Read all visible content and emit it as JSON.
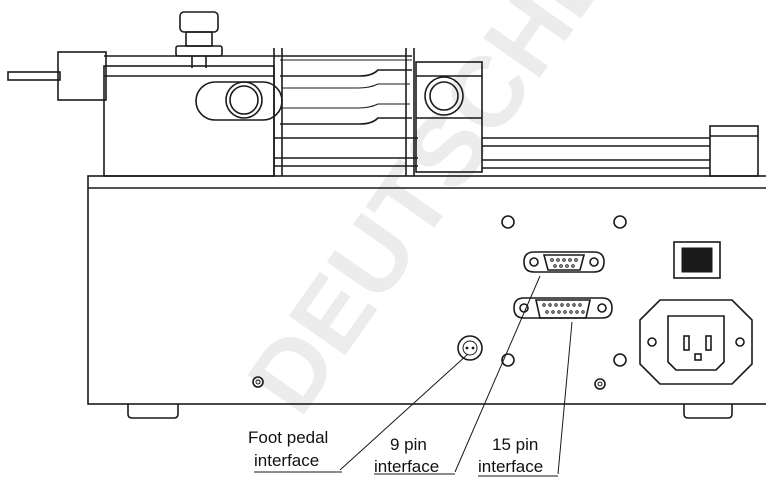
{
  "watermark": "DEUTSCHER",
  "labels": {
    "foot_pedal_line1": "Foot pedal",
    "foot_pedal_line2": "interface",
    "nine_pin_line1": "9 pin",
    "nine_pin_line2": "interface",
    "fifteen_pin_line1": "15 pin",
    "fifteen_pin_line2": "interface"
  },
  "colors": {
    "line": "#1a1a1a",
    "background": "#ffffff"
  }
}
